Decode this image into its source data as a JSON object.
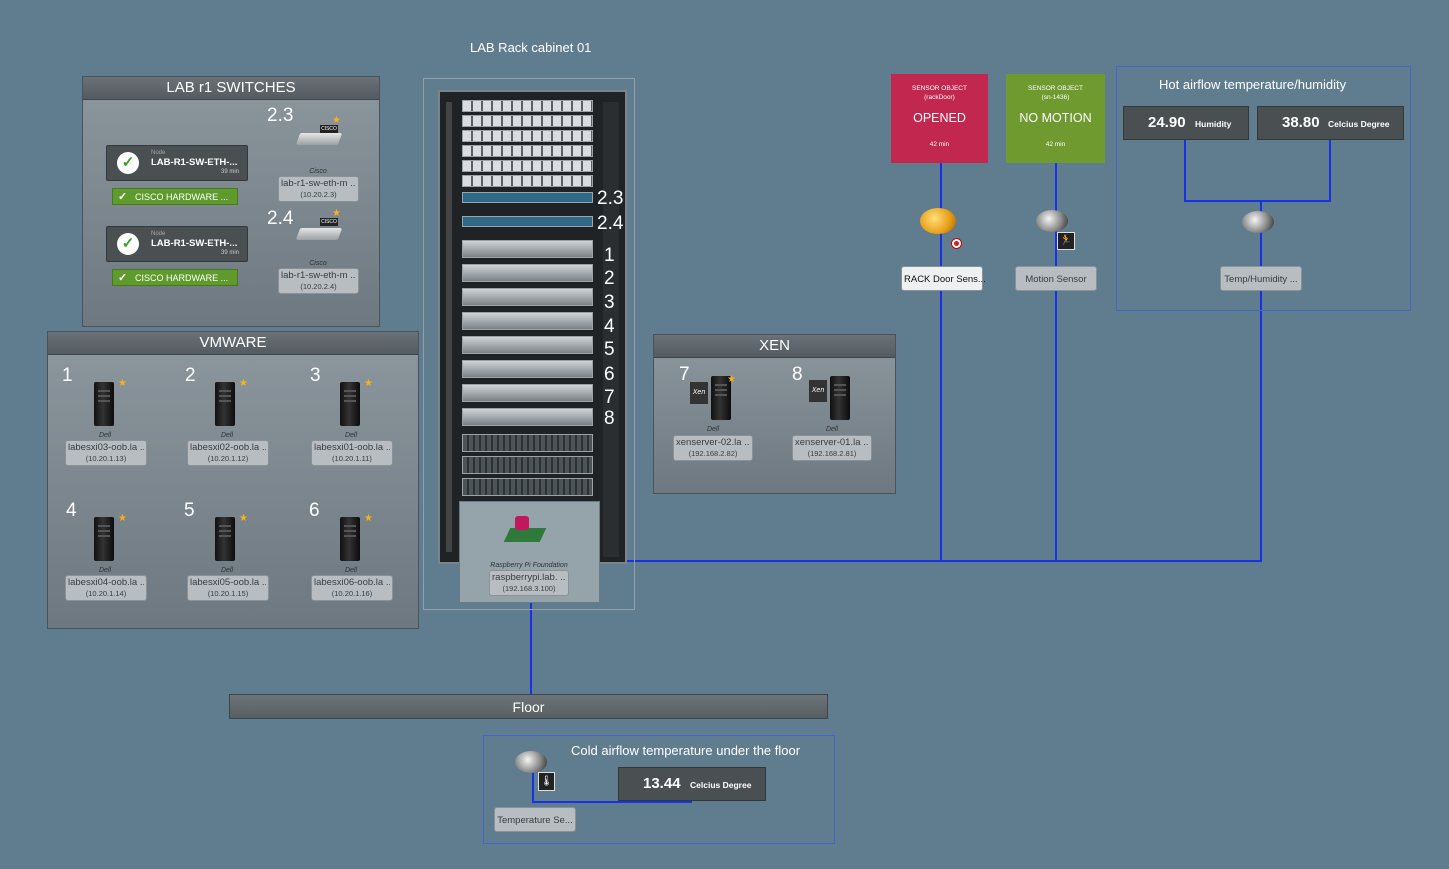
{
  "rack_title": "LAB Rack cabinet 01",
  "switches_group": {
    "title": "LAB r1 SWITCHES",
    "nodes": [
      {
        "node_label": "Node",
        "name": "LAB-R1-SW-ETH-...",
        "time": "39 min",
        "hw_badge": "CISCO HARDWARE ..."
      },
      {
        "node_label": "Node",
        "name": "LAB-R1-SW-ETH-...",
        "time": "39 min",
        "hw_badge": "CISCO HARDWARE ..."
      }
    ],
    "devices": [
      {
        "num": "2.3",
        "vendor": "Cisco",
        "name": "lab-r1-sw-eth-m ...",
        "ip": "(10.20.2.3)",
        "tag": "CISCO"
      },
      {
        "num": "2.4",
        "vendor": "Cisco",
        "name": "lab-r1-sw-eth-m ...",
        "ip": "(10.20.2.4)",
        "tag": "CISCO"
      }
    ]
  },
  "vmware_group": {
    "title": "VMWARE",
    "servers": [
      {
        "num": "1",
        "vendor": "Dell",
        "name": "labesxi03-oob.la ...",
        "ip": "(10.20.1.13)"
      },
      {
        "num": "2",
        "vendor": "Dell",
        "name": "labesxi02-oob.la ...",
        "ip": "(10.20.1.12)"
      },
      {
        "num": "3",
        "vendor": "Dell",
        "name": "labesxi01-oob.la ...",
        "ip": "(10.20.1.11)"
      },
      {
        "num": "4",
        "vendor": "Dell",
        "name": "labesxi04-oob.la ...",
        "ip": "(10.20.1.14)"
      },
      {
        "num": "5",
        "vendor": "Dell",
        "name": "labesxi05-oob.la ...",
        "ip": "(10.20.1.15)"
      },
      {
        "num": "6",
        "vendor": "Dell",
        "name": "labesxi06-oob.la ...",
        "ip": "(10.20.1.16)"
      }
    ]
  },
  "xen_group": {
    "title": "XEN",
    "servers": [
      {
        "num": "7",
        "vendor": "Dell",
        "name": "xenserver-02.la ...",
        "ip": "(192.168.2.82)",
        "badge": "Xen"
      },
      {
        "num": "8",
        "vendor": "Dell",
        "name": "xenserver-01.la ...",
        "ip": "(192.168.2.81)",
        "badge": "Xen"
      }
    ]
  },
  "rack": {
    "labels": [
      "2.3",
      "2.4",
      "1",
      "2",
      "3",
      "4",
      "5",
      "6",
      "7",
      "8"
    ],
    "pi": {
      "vendor": "Raspberry Pi Foundation",
      "name": "raspberrypi.lab. ...",
      "ip": "(192.168.3.100)"
    }
  },
  "sensors": {
    "door": {
      "line1": "SENSOR OBJECT",
      "line2": "(rackDoor)",
      "state": "OPENED",
      "time": "42 min",
      "color": "#c2274f",
      "label": "RACK Door Sens..."
    },
    "motion": {
      "line1": "SENSOR OBJECT",
      "line2": "(sn-1436)",
      "state": "NO MOTION",
      "time": "42 min",
      "color": "#6f9a2f",
      "label": "Motion Sensor"
    }
  },
  "hot_panel": {
    "title": "Hot airflow temperature/humidity",
    "humidity_value": "24.90",
    "humidity_unit": "Humidity",
    "temp_value": "38.80",
    "temp_unit": "Celcius Degree",
    "device_label": "Temp/Humidity ..."
  },
  "floor": {
    "title": "Floor"
  },
  "cold_panel": {
    "title": "Cold airflow temperature under the floor",
    "temp_value": "13.44",
    "temp_unit": "Celcius Degree",
    "device_label": "Temperature Se..."
  },
  "colors": {
    "background": "#607d8f",
    "link": "#1631e6",
    "accent_star": "#f5b21b"
  }
}
